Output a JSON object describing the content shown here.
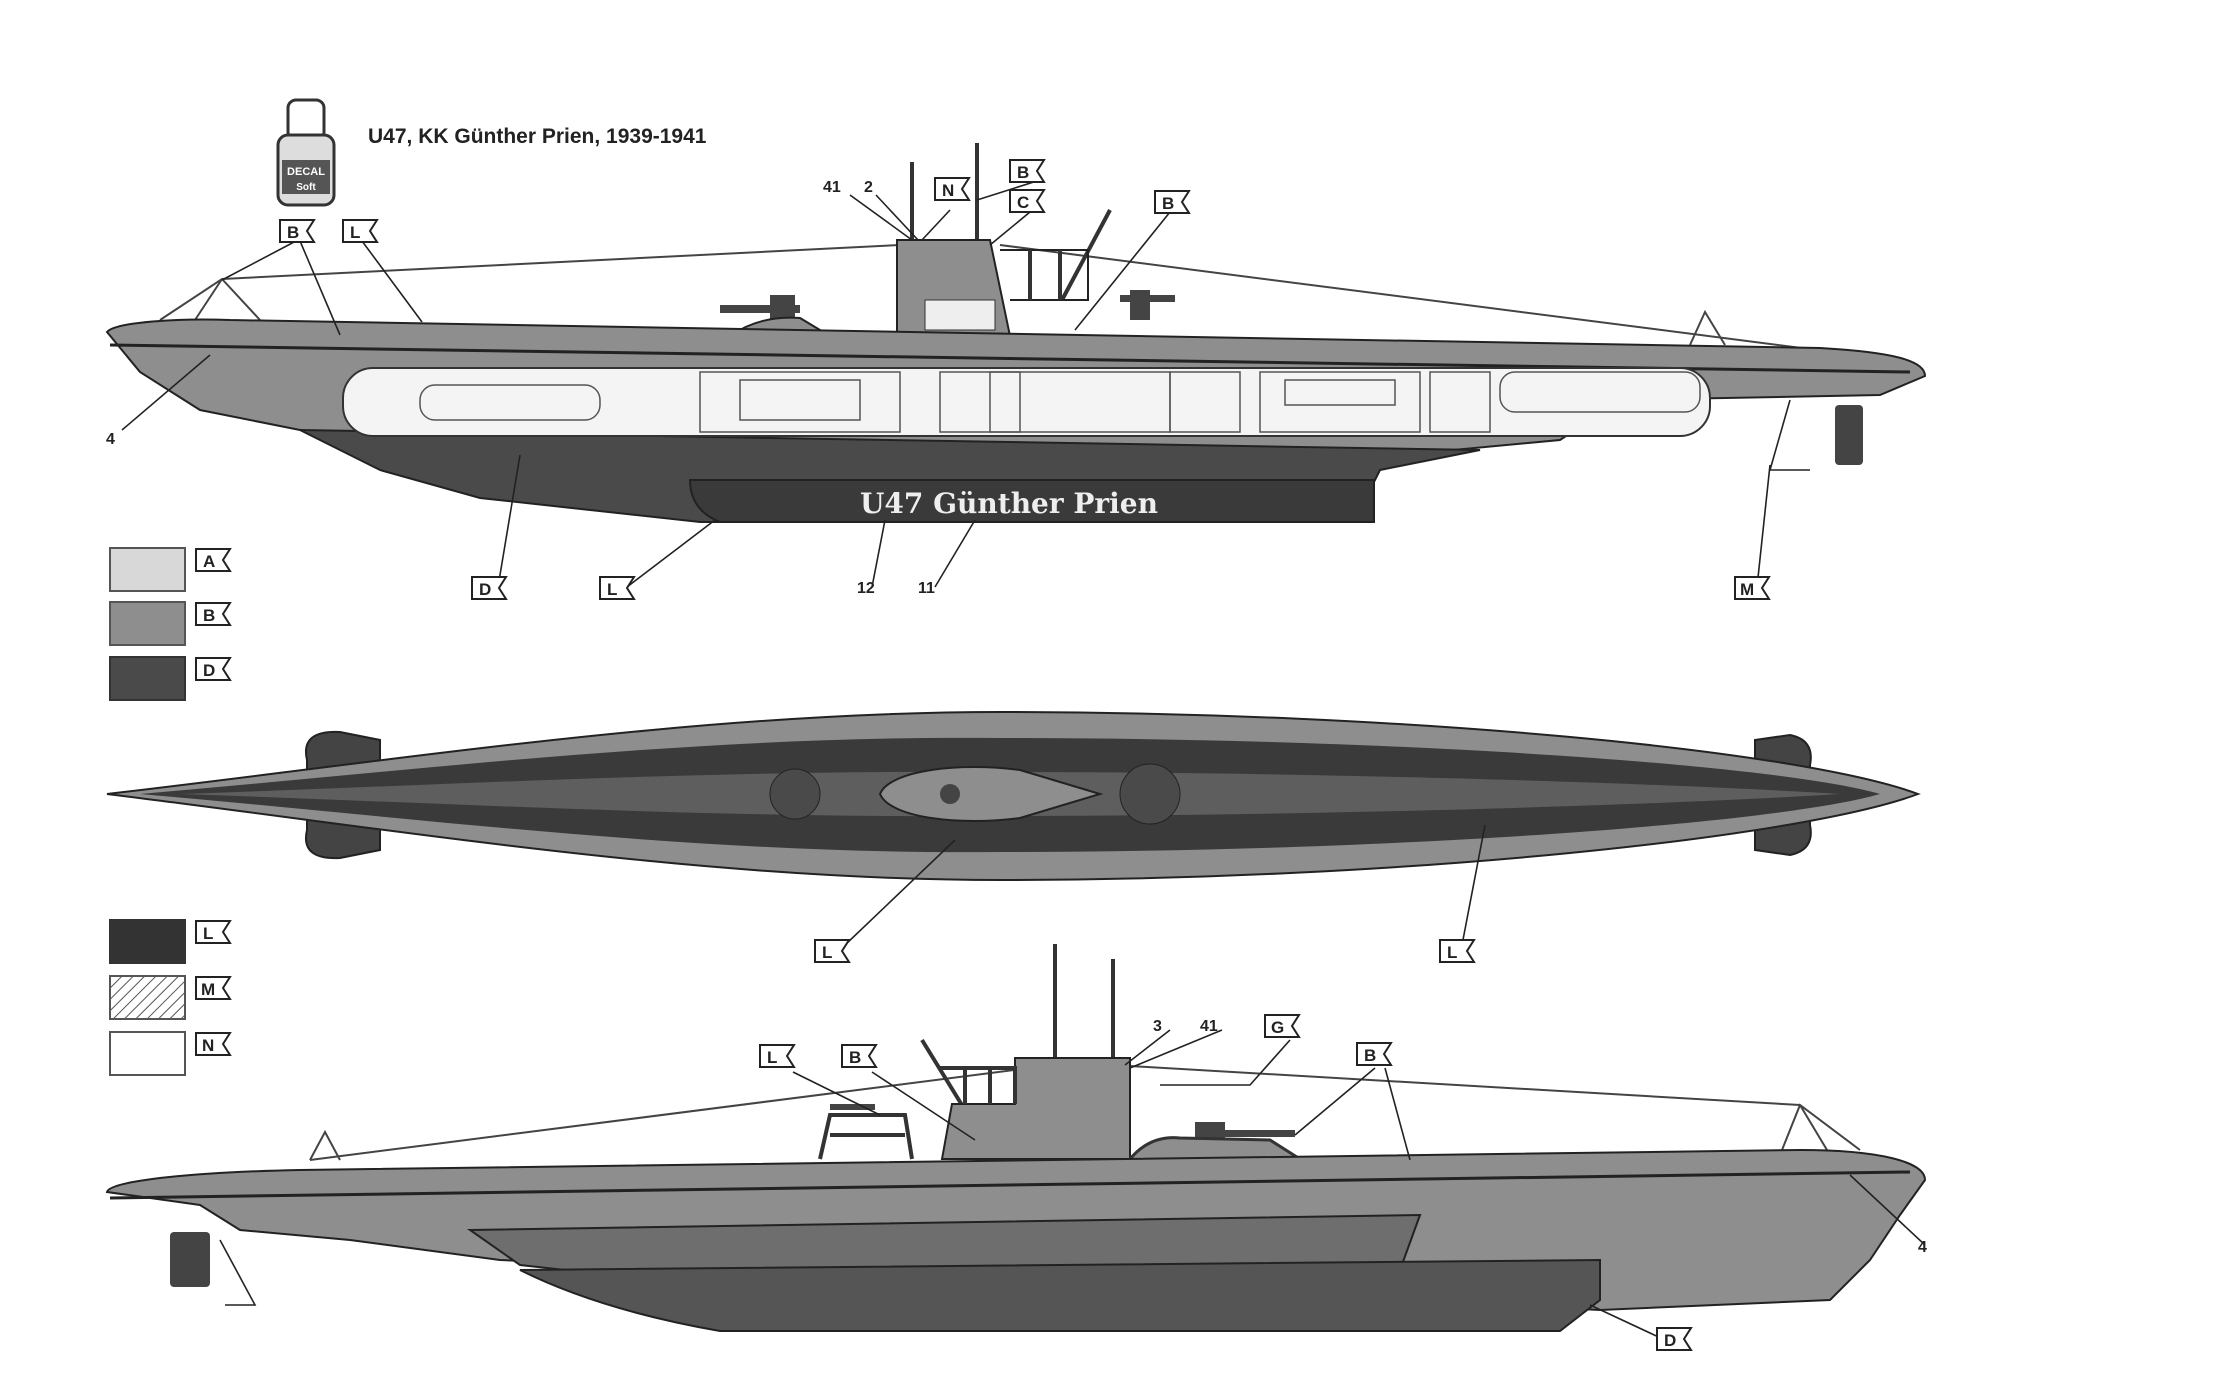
{
  "title": "U47, KK Günther Prien, 1939-1941",
  "decal_icon": {
    "name": "decal-soft-bottle",
    "text": "DECAL Soft"
  },
  "hull_text": "U47 Günther Prien",
  "side_view_port": {
    "callouts": [
      "B",
      "L",
      "41",
      "2",
      "N",
      "B",
      "C",
      "B",
      "4",
      "D",
      "L",
      "12",
      "11",
      "M"
    ]
  },
  "top_view": {
    "callouts": [
      "L",
      "L"
    ]
  },
  "side_view_starboard": {
    "callouts": [
      "L",
      "B",
      "3",
      "41",
      "G",
      "B",
      "4",
      "D"
    ]
  },
  "legend_upper": [
    {
      "code": "A",
      "color": "#d8d8d8"
    },
    {
      "code": "B",
      "color": "#8e8e8e"
    },
    {
      "code": "D",
      "color": "#4a4a4a"
    }
  ],
  "legend_lower": [
    {
      "code": "L",
      "color": "#333333"
    },
    {
      "code": "M",
      "pattern": "hatched"
    },
    {
      "code": "N",
      "color": "#ffffff"
    }
  ]
}
